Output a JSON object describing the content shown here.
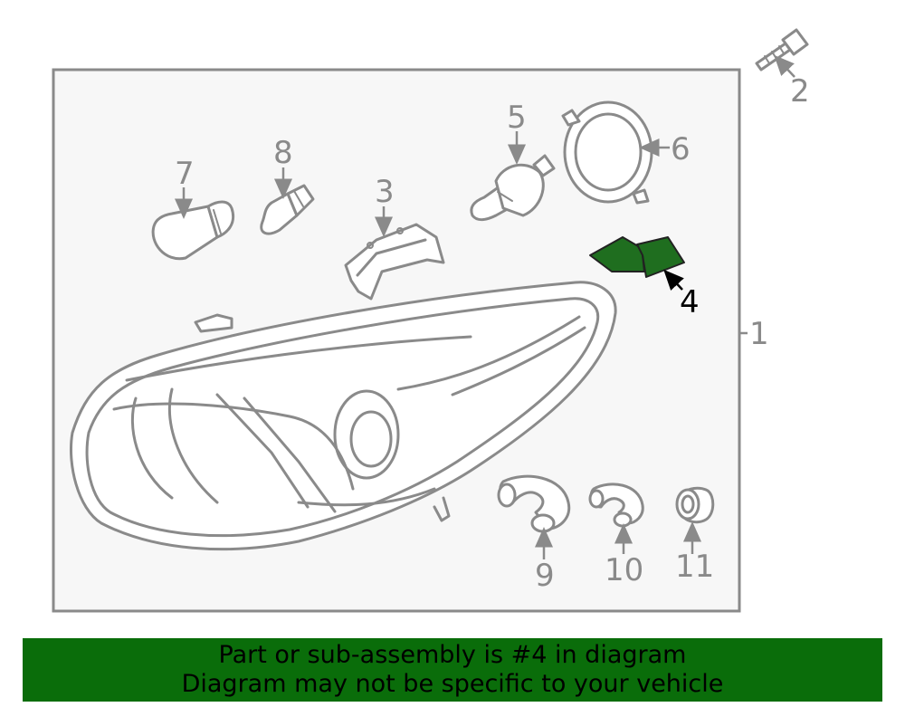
{
  "diagram": {
    "callouts": {
      "c1": "1",
      "c2": "2",
      "c3": "3",
      "c4": "4",
      "c5": "5",
      "c6": "6",
      "c7": "7",
      "c8": "8",
      "c9": "9",
      "c10": "10",
      "c11": "11"
    },
    "highlight_color": "#1f6e1f",
    "highlighted_part": "4"
  },
  "banner": {
    "line1": "Part or sub-assembly is #4 in diagram",
    "line2": "Diagram may not be specific to your vehicle",
    "background": "#0a6d0a"
  }
}
